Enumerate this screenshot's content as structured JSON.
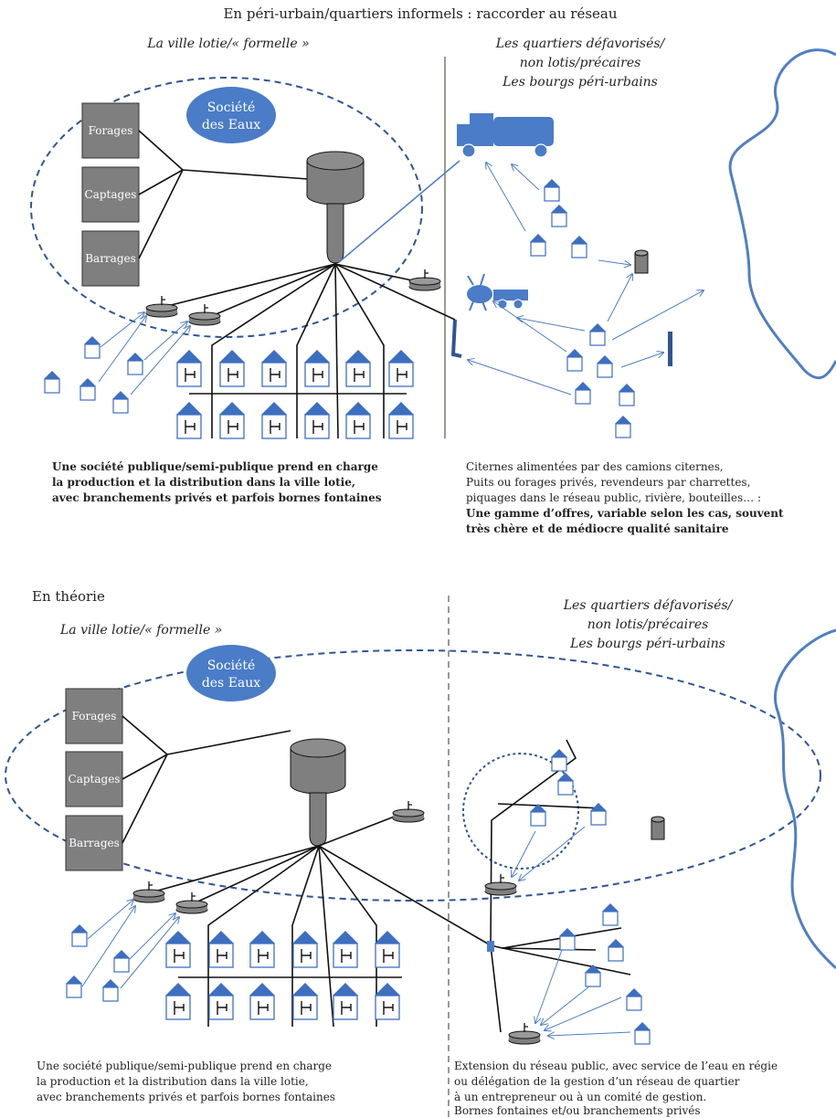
{
  "colors": {
    "water_blue": "#4a7cc7",
    "tank_gray": "#7f7f7f",
    "line_black": "#111111",
    "river_blue": "#4f7fc4",
    "house_roof": "#3d6fc0"
  },
  "icons": [
    "house-icon",
    "water-tower-icon",
    "fountain-icon",
    "tanker-truck-icon",
    "cart-icon",
    "cistern-icon",
    "well-pipe-icon",
    "river-icon"
  ],
  "top": {
    "title": "En péri-urbain/quartiers informels : raccorder au réseau",
    "left_heading": "La ville lotie/« formelle »",
    "right_heading_1": "Les quartiers défavorisés/",
    "right_heading_2": "non lotis/précaires",
    "right_heading_3": "Les bourgs péri-urbains",
    "company": "Société des Eaux",
    "company_1": "Société",
    "company_2": "des Eaux",
    "sources": [
      "Forages",
      "Captages",
      "Barrages"
    ],
    "left_caption_1": "Une société publique/semi-publique prend en charge",
    "left_caption_2": "la production et la distribution dans la ville lotie,",
    "left_caption_3": "avec branchements privés et parfois bornes fontaines",
    "right_caption_1": "Citernes alimentées par des camions citernes,",
    "right_caption_2": "Puits ou forages privés, revendeurs par charrettes,",
    "right_caption_3": "piquages dans le réseau public, rivière, bouteilles… :",
    "right_caption_4": "Une gamme d’offres, variable selon les cas, souvent",
    "right_caption_5": "très chère et de médiocre qualité sanitaire"
  },
  "bottom": {
    "title": "En théorie",
    "left_heading": "La ville lotie/« formelle »",
    "right_heading_1": "Les quartiers défavorisés/",
    "right_heading_2": "non lotis/précaires",
    "right_heading_3": "Les bourgs péri-urbains",
    "company_1": "Société",
    "company_2": "des Eaux",
    "sources": [
      "Forages",
      "Captages",
      "Barrages"
    ],
    "left_caption_1": "Une société publique/semi-publique prend en charge",
    "left_caption_2": "la production et la distribution dans la ville lotie,",
    "left_caption_3": "avec branchements privés et parfois bornes fontaines",
    "right_caption_1": "Extension du réseau public, avec service de l’eau en régie",
    "right_caption_2": "ou délégation de la gestion d’un réseau de quartier",
    "right_caption_3": "à un entrepreneur ou à un comité de gestion.",
    "right_caption_4": "Bornes fontaines et/ou branchements privés"
  }
}
